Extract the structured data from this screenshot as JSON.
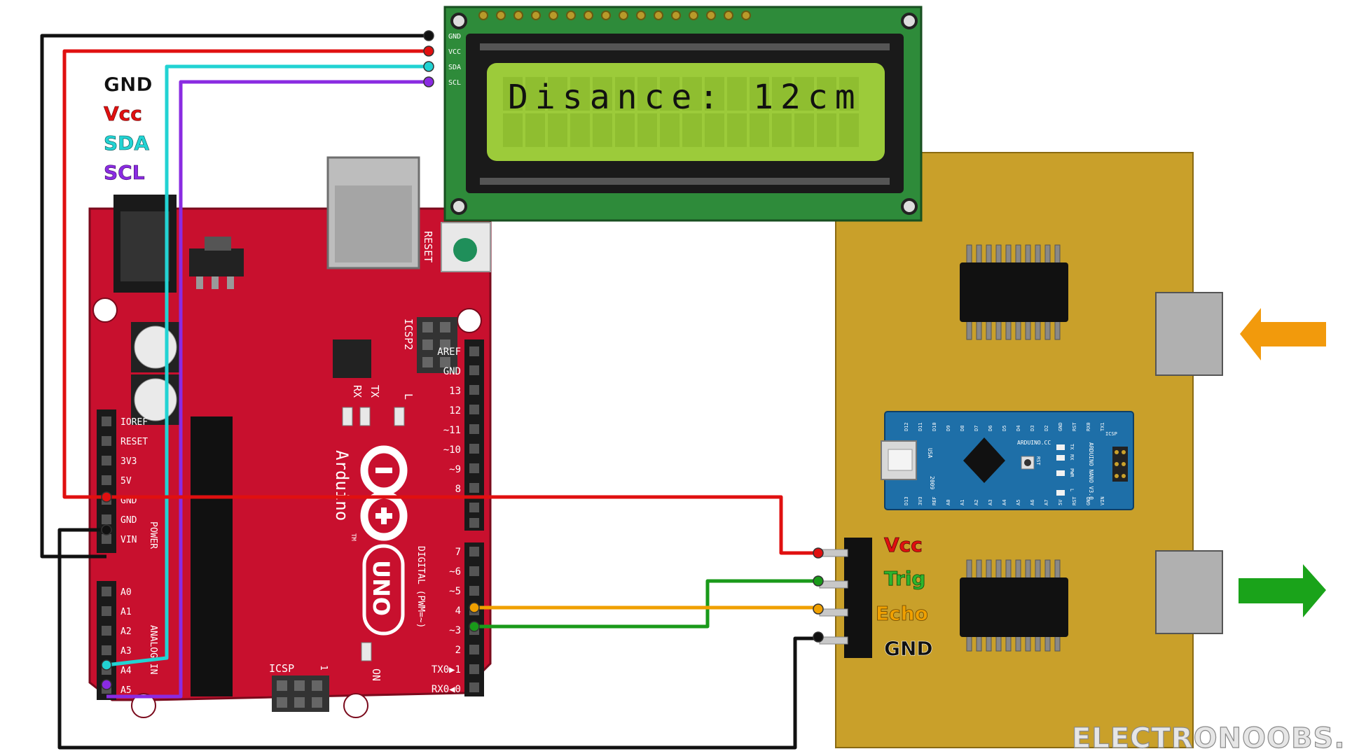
{
  "legend": {
    "gnd": "GND",
    "vcc": "Vcc",
    "sda": "SDA",
    "scl": "SCL"
  },
  "lcd": {
    "display_text": "Disance: 12cm",
    "pins": [
      "GND",
      "VCC",
      "SDA",
      "SCL"
    ]
  },
  "uno": {
    "brand": "Arduino",
    "model": "UNO",
    "tm": "TM",
    "reset_label": "RESET",
    "icsp2_label": "ICSP2",
    "icsp_label": "ICSP",
    "icsp_pin1": "1",
    "on_label": "ON",
    "rx_label": "RX",
    "tx_label": "TX",
    "l_label": "L",
    "power_label": "POWER",
    "analog_label": "ANALOG IN",
    "digital_label": "DIGITAL (PWM=~)",
    "power_pins": [
      "IOREF",
      "RESET",
      "3V3",
      "5V",
      "GND",
      "GND",
      "VIN"
    ],
    "analog_pins": [
      "A0",
      "A1",
      "A2",
      "A3",
      "A4",
      "A5"
    ],
    "digital_top": [
      "AREF",
      "GND",
      "13",
      "12",
      "~11",
      "~10",
      "~9",
      "8"
    ],
    "digital_bottom": [
      "7",
      "~6",
      "~5",
      "4",
      "~3",
      "2",
      "TX0▶1",
      "RX0◀0"
    ]
  },
  "sensor": {
    "pins": [
      "Vcc",
      "Trig",
      "Echo",
      "GND"
    ]
  },
  "nano": {
    "brand": "ARDUINO.CC",
    "model": "ARDUINO NANO V3.0",
    "usa": "USA",
    "year": "2009",
    "top_pins": [
      "D12",
      "D11",
      "D10",
      "D9",
      "D8",
      "D7",
      "D6",
      "D5",
      "D4",
      "D3",
      "D2",
      "GND",
      "RST",
      "RX0",
      "TX1"
    ],
    "bottom_pins": [
      "D13",
      "3V3",
      "REF",
      "A0",
      "A1",
      "A2",
      "A3",
      "A4",
      "A5",
      "A6",
      "A7",
      "5V",
      "RST",
      "GND",
      "VIN"
    ],
    "icsp": "ICSP",
    "rst": "RST",
    "tx": "TX",
    "rx": "RX",
    "pwr": "PWR",
    "l": "L"
  },
  "watermark": "ELECTRONOOBS.COM",
  "colors": {
    "gnd_wire": "#111111",
    "vcc_wire": "#e01010",
    "sda_wire": "#22d3d3",
    "scl_wire": "#8a2be2",
    "trig_wire": "#1a9a1a",
    "echo_wire": "#f0a000",
    "arduino_board": "#c8102e",
    "sensor_board": "#c9a02a",
    "lcd_board": "#2e8b3a",
    "lcd_screen": "#9ccb3a",
    "nano_board": "#1e6fa8",
    "arrow_in": "#f29a0c",
    "arrow_out": "#1aa31a"
  }
}
